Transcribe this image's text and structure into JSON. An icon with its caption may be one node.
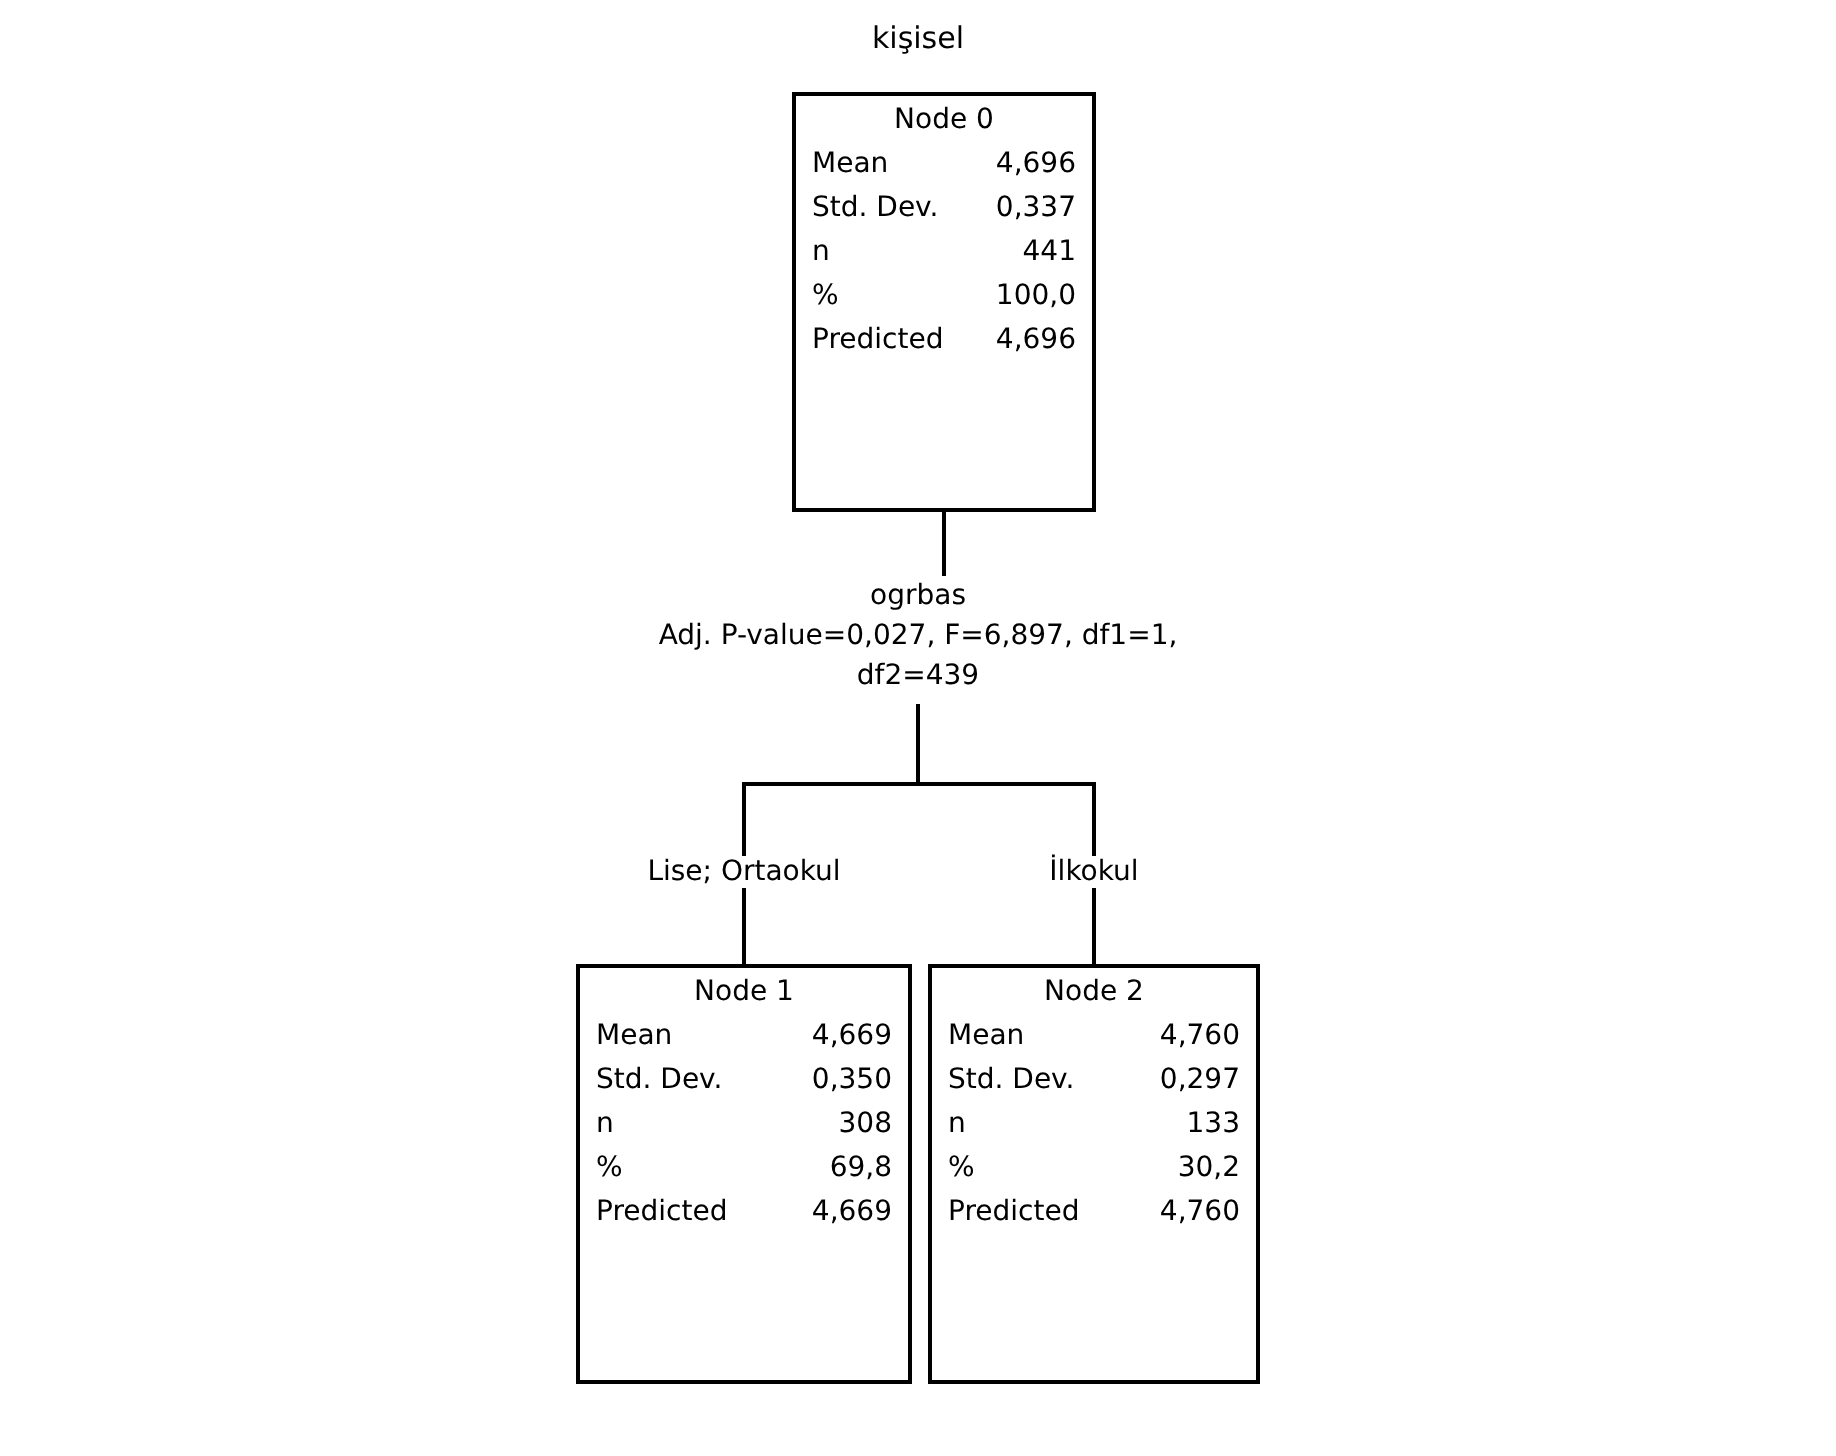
{
  "diagram": {
    "title": "kişisel",
    "nodes": [
      {
        "text": [
          "Node 0",
          "Mean",
          "4,696",
          "Std. Dev.",
          "0,337",
          "n",
          "441",
          "%",
          "100,0",
          "Predicted",
          "4,696"
        ]
      },
      {
        "text": [
          "ogrbas",
          "Adj. P-value=0,027, F=6,897, df1=1, df2=439"
        ]
      },
      {
        "text": [
          "Node 1",
          "Mean",
          "4,669",
          "Std. Dev.",
          "0,350",
          "n",
          "308",
          "%",
          "69,8",
          "Predicted",
          "4,669"
        ]
      },
      {
        "text": [
          "Node 2",
          "Mean",
          "4,760",
          "Std. Dev.",
          "0,297",
          "n",
          "133",
          "%",
          "30,2",
          "Predicted",
          "4,760"
        ]
      }
    ],
    "edges": [
      {
        "from": 0,
        "to": 1,
        "arrow": "none"
      },
      {
        "from": 1,
        "to": 2,
        "arrow": "none",
        "label": "Lise; Ortaokul"
      },
      {
        "from": 1,
        "to": 3,
        "arrow": "none",
        "label": "İlkokul"
      }
    ]
  }
}
